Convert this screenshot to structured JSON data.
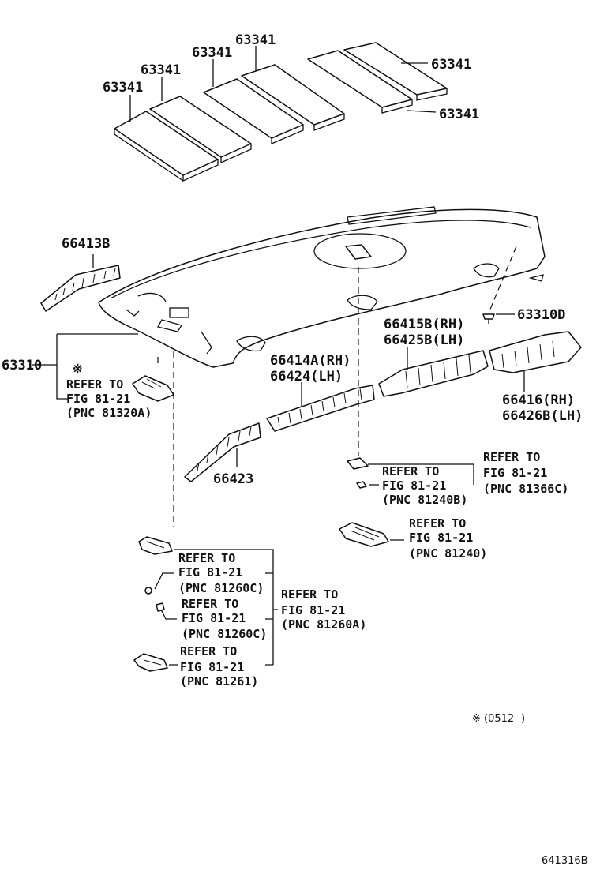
{
  "labels": {
    "pad_a": "63341",
    "pad_b": "63341",
    "pad_c": "63341",
    "pad_d": "63341",
    "pad_e": "63341",
    "pad_f": "63341",
    "p_66413b": "66413B",
    "p_63310": "63310",
    "p_63310d": "63310D",
    "p_66415b": "66415B(RH)",
    "p_66425b": "66425B(LH)",
    "p_66414a": "66414A(RH)",
    "p_66424": "66424(LH)",
    "p_66416": "66416(RH)",
    "p_66426b": "66426B(LH)",
    "p_66423": "66423",
    "mark": "※"
  },
  "refs": {
    "r81320a": [
      "REFER TO",
      "FIG 81-21",
      "(PNC 81320A)"
    ],
    "r81240b": [
      "REFER TO",
      "FIG 81-21",
      "(PNC 81240B)"
    ],
    "r81366c": [
      "REFER TO",
      "FIG 81-21",
      "(PNC 81366C)"
    ],
    "r81240": [
      "REFER TO",
      "FIG 81-21",
      "(PNC 81240)"
    ],
    "r81260c_a": [
      "REFER TO",
      "FIG 81-21",
      "(PNC 81260C)"
    ],
    "r81260c_b": [
      "REFER TO",
      "FIG 81-21",
      "(PNC 81260C)"
    ],
    "r81260a": [
      "REFER TO",
      "FIG 81-21",
      "(PNC 81260A)"
    ],
    "r81261": [
      "REFER TO",
      "FIG 81-21",
      "(PNC 81261)"
    ]
  },
  "footnote": "※ (0512-       )",
  "figure_id": "641316B"
}
